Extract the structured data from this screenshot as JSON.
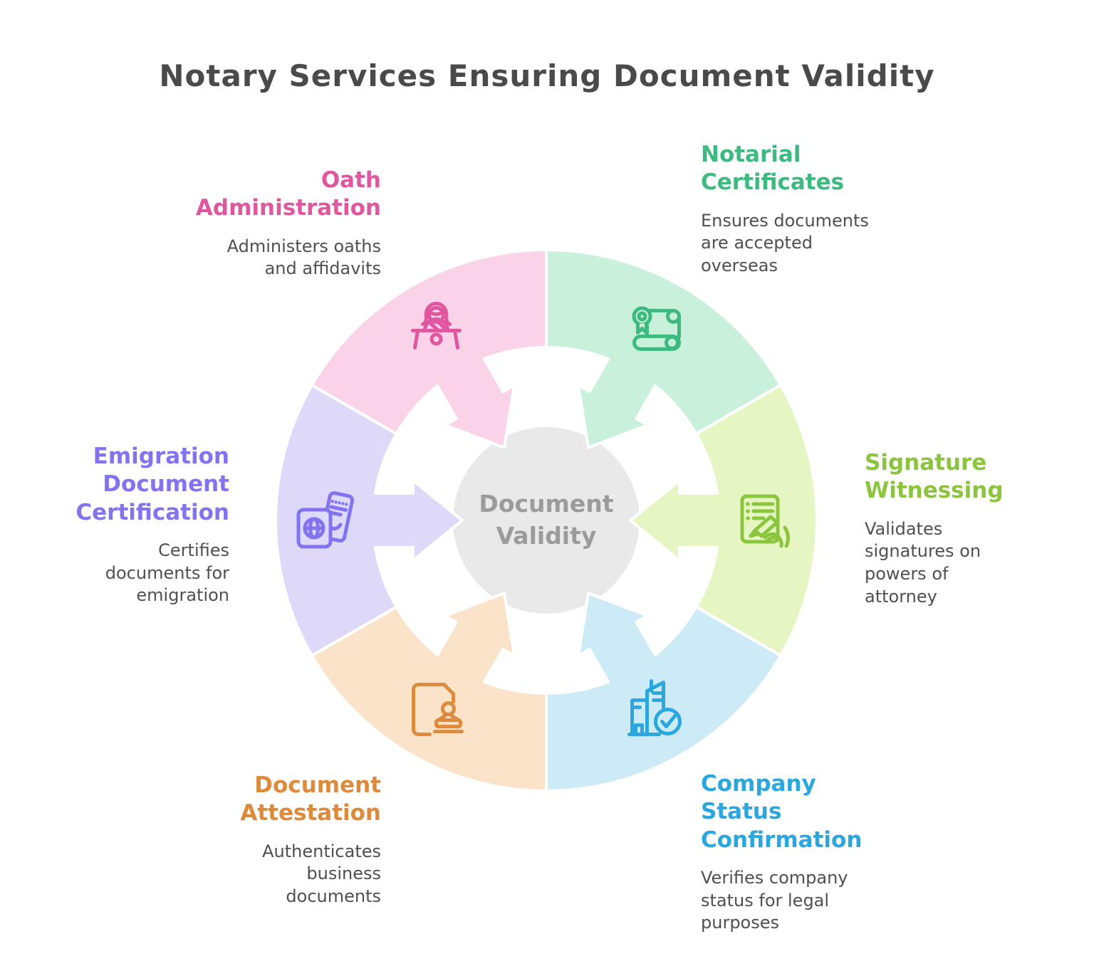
{
  "title": {
    "text": "Notary Services Ensuring Document Validity",
    "color": "#4a4a4a"
  },
  "center": {
    "label": "Document Validity",
    "fill": "#e9e9e9",
    "text_color": "#9b9b9b"
  },
  "description_text_color": "#4f4f4f",
  "segments": [
    {
      "id": "oath-administration",
      "label": "Oath Administration",
      "description": "Administers oaths and affidavits",
      "fill": "#fad3e9",
      "accent": "#e0569f",
      "icon": "person-at-desk-icon",
      "start": 300,
      "end": 360
    },
    {
      "id": "notarial-certificates",
      "label": "Notarial Certificates",
      "description": "Ensures documents are accepted overseas",
      "fill": "#c9f0db",
      "accent": "#3cba80",
      "icon": "certificate-scroll-icon",
      "start": 0,
      "end": 60
    },
    {
      "id": "signature-witnessing",
      "label": "Signature Witnessing",
      "description": "Validates signatures on powers of attorney",
      "fill": "#e6f6c3",
      "accent": "#8bc53e",
      "icon": "document-signing-icon",
      "start": 60,
      "end": 120
    },
    {
      "id": "company-status-confirmation",
      "label": "Company Status Confirmation",
      "description": "Verifies company status for legal purposes",
      "fill": "#cdeaf7",
      "accent": "#2aa7de",
      "icon": "building-check-icon",
      "start": 120,
      "end": 180
    },
    {
      "id": "document-attestation",
      "label": "Document Attestation",
      "description": "Authenticates business documents",
      "fill": "#fbe3c9",
      "accent": "#dd8a3b",
      "icon": "document-stamp-icon",
      "start": 180,
      "end": 240
    },
    {
      "id": "emigration-document-certification",
      "label": "Emigration Document Certification",
      "description": "Certifies documents for emigration",
      "fill": "#ded9f8",
      "accent": "#8273f0",
      "icon": "passport-ticket-icon",
      "start": 240,
      "end": 300
    }
  ]
}
